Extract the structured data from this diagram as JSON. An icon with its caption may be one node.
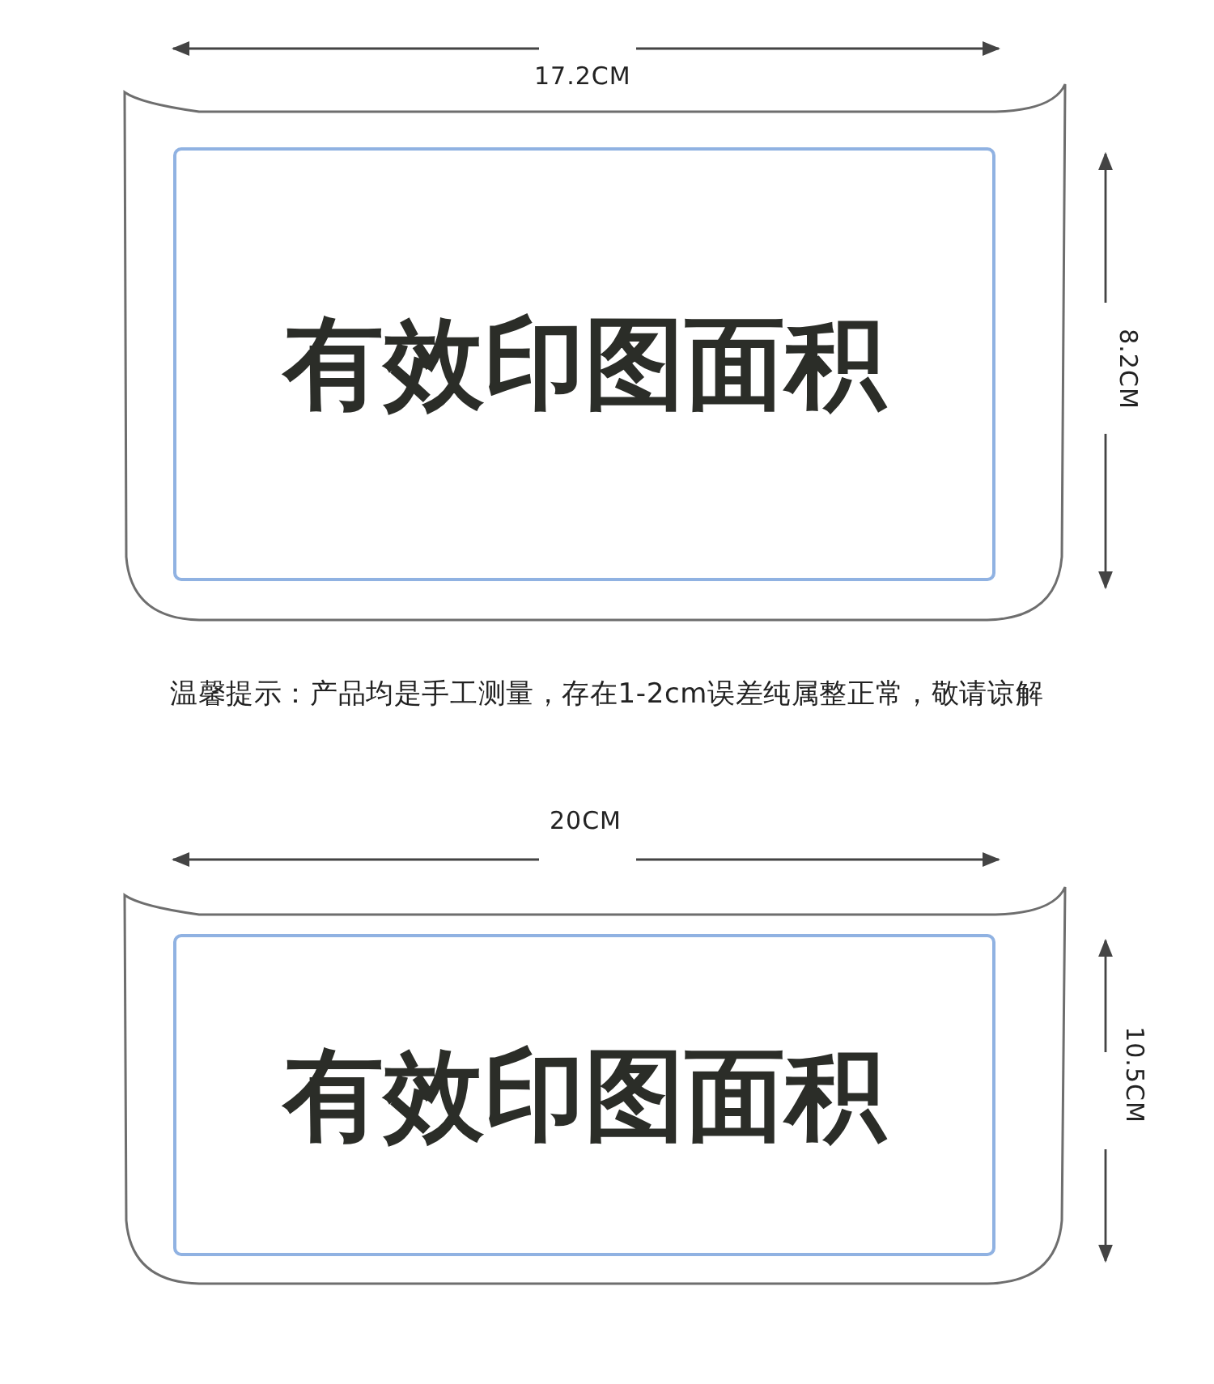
{
  "diagram": {
    "nodes": [
      {
        "text": [],
        "shape": "box"
      },
      {
        "text": [
          "有效印图面积"
        ],
        "in": 0
      },
      {
        "text": [],
        "shape": "box"
      },
      {
        "text": [
          "有效印图面积"
        ],
        "in": 2
      }
    ],
    "labels": [
      "17.2CM",
      "8.2CM",
      "温馨提示：产品均是手工测量，存在1-2cm误差纯属整正常，敬请谅解",
      "20CM",
      "10.5CM"
    ]
  }
}
